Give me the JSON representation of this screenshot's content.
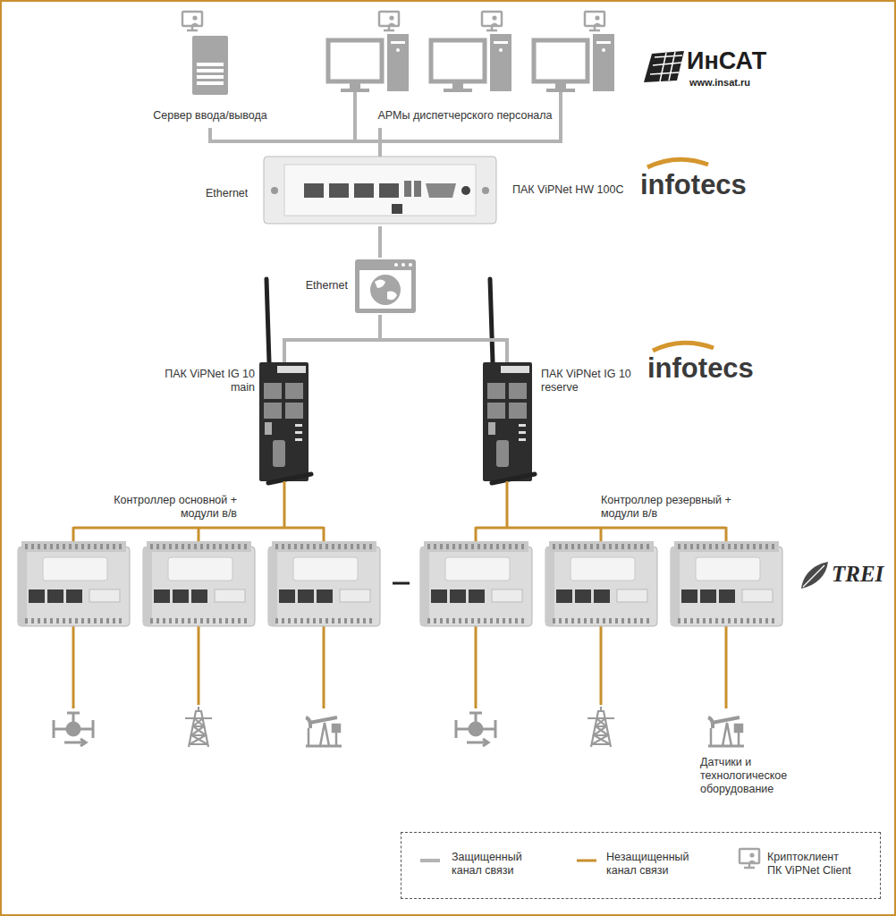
{
  "diagram": {
    "nodes": [
      {
        "text": [
          "Сервер ввода/вывода"
        ]
      },
      {
        "text": [
          "АРМы диспетчерского персонала"
        ]
      },
      {
        "text": [
          "ПАК ViPNet HW 100C"
        ]
      },
      {
        "text": [
          "Ethernet"
        ]
      },
      {
        "text": [
          "ПАК ViPNet IG 10 main"
        ]
      },
      {
        "text": [
          "ПАК ViPNet IG 10 reserve"
        ]
      },
      {
        "text": [
          "Контроллер основной + модули в/в"
        ]
      },
      {
        "text": [
          "Контроллер резервный + модули в/в"
        ]
      }
    ],
    "edges": [
      {
        "from": 0,
        "to": 2,
        "arrow": "none"
      },
      {
        "from": 1,
        "to": 2,
        "arrow": "none"
      },
      {
        "from": 2,
        "to": 3,
        "arrow": "none"
      },
      {
        "from": 3,
        "to": 4,
        "arrow": "none"
      },
      {
        "from": 3,
        "to": 5,
        "arrow": "none"
      },
      {
        "from": 4,
        "to": 6,
        "arrow": "none"
      },
      {
        "from": 5,
        "to": 7,
        "arrow": "none"
      }
    ],
    "labels": [
      "ИнСАТ",
      "www.insat.ru",
      "Ethernet",
      "infotecs",
      "infotecs",
      "TREI",
      "Датчики и технологическое оборудование"
    ],
    "legend": [
      {
        "text": "Защищенный канал связи"
      },
      {
        "text": "Незащищенный канал связи"
      },
      {
        "text": "Криптоклиент ПК ViPNet Client"
      }
    ]
  }
}
